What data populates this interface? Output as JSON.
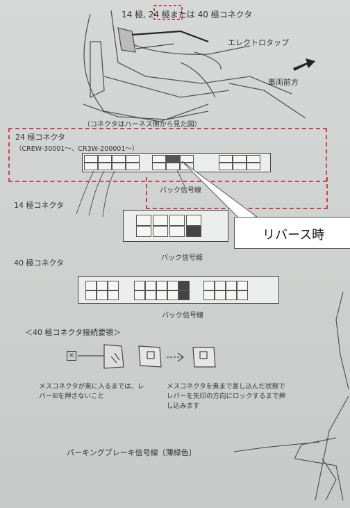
{
  "doc": {
    "title_line": "14 極, 24 極または 40 極コネクタ",
    "electrotap": "エレクトロタップ",
    "vehicle_front": "車両前方",
    "view_note": "（コネクタはハーネス側から見た図）",
    "c24_title": "24 極コネクタ",
    "c24_models": "（CREW-30001～、CR3W-200001～）",
    "back_signal_24": "バック信号線",
    "c14_title": "14 極コネクタ",
    "back_signal_14": "バック信号線",
    "c40_title": "40 極コネクタ",
    "back_signal_40": "バック信号線",
    "c40_procedure": "＜40 極コネクタ接続要領＞",
    "note_left": "メスコネクタが奥に入るまでは、レバー☒を押さないこと",
    "note_right": "メスコネクタを奥まで差し込んだ状態でレバーを矢印の方向にロックするまで押し込みます",
    "parking_brake": "パーキングブレーキ信号線〔薄緑色〕",
    "callout": "リバース時"
  },
  "colors": {
    "dash_red": "#c8464b",
    "paper": "#d4d7d5",
    "ink": "#333333"
  },
  "icons": [
    "arrow-icon",
    "lever-x-icon"
  ]
}
